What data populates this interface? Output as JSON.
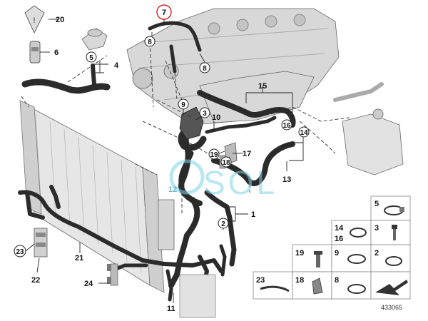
{
  "labels": {
    "n1": "1",
    "n2": "2",
    "n3": "3",
    "n4": "4",
    "n5": "5",
    "n6": "6",
    "n7": "7",
    "n8a": "8",
    "n8b": "8",
    "n9": "9",
    "n10": "10",
    "n11": "11",
    "n12": "12",
    "n13": "13",
    "n14": "14",
    "n15": "15",
    "n16": "16",
    "n17": "17",
    "n18": "18",
    "n19": "19",
    "n20": "20",
    "n21": "21",
    "n22": "22",
    "n23": "23",
    "n24": "24"
  },
  "catalog": {
    "c5": "5",
    "c14": "14",
    "c16": "16",
    "c3": "3",
    "c19": "19",
    "c9": "9",
    "c2": "2",
    "c23": "23",
    "c18": "18",
    "c8": "8"
  },
  "watermark": "SOL",
  "reference_number": "433065",
  "colors": {
    "highlight_circle": "#cc2222",
    "hose": "#2b2b2b",
    "watermark": "#7fd3e6"
  }
}
